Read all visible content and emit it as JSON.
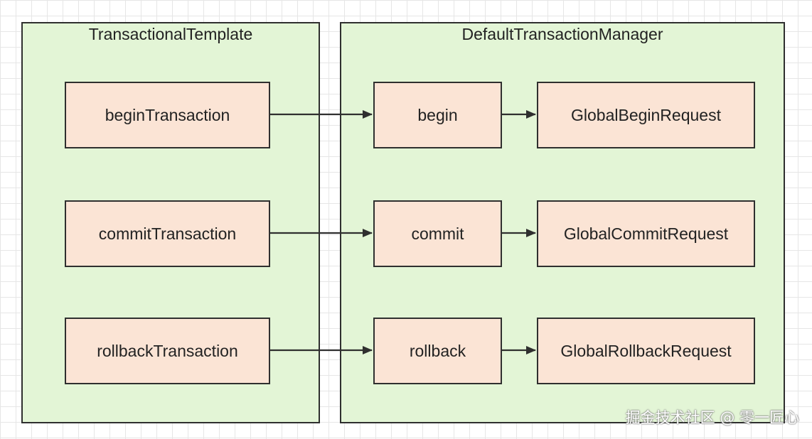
{
  "containers": {
    "left": {
      "title": "TransactionalTemplate"
    },
    "right": {
      "title": "DefaultTransactionManager"
    }
  },
  "nodes": {
    "begin_transaction": "beginTransaction",
    "commit_transaction": "commitTransaction",
    "rollback_transaction": "rollbackTransaction",
    "begin": "begin",
    "commit": "commit",
    "rollback": "rollback",
    "global_begin_request": "GlobalBeginRequest",
    "global_commit_request": "GlobalCommitRequest",
    "global_rollback_request": "GlobalRollbackRequest"
  },
  "edges": [
    {
      "from": "begin_transaction",
      "to": "begin"
    },
    {
      "from": "begin",
      "to": "global_begin_request"
    },
    {
      "from": "commit_transaction",
      "to": "commit"
    },
    {
      "from": "commit",
      "to": "global_commit_request"
    },
    {
      "from": "rollback_transaction",
      "to": "rollback"
    },
    {
      "from": "rollback",
      "to": "global_rollback_request"
    }
  ],
  "colors": {
    "container_fill": "#e3f5d6",
    "node_fill": "#fbe4d5",
    "stroke": "#2f2f2f"
  },
  "watermark": "掘金技术社区 @ 零一匠心"
}
